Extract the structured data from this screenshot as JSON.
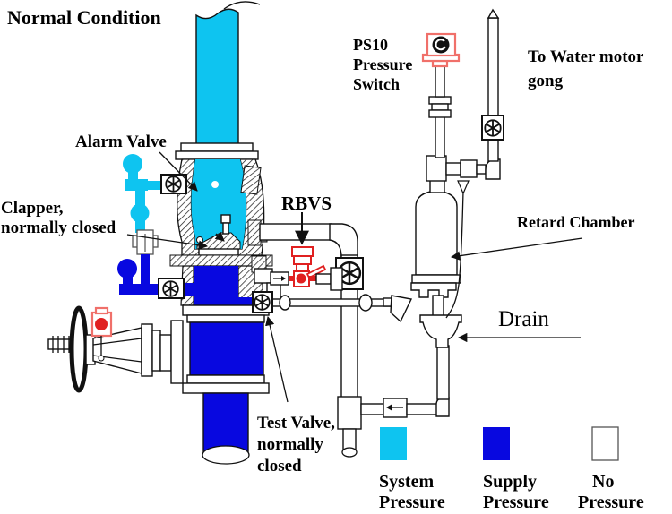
{
  "title": "Normal Condition",
  "colors": {
    "system_pressure": "#0EC4F0",
    "supply_pressure": "#0808E0",
    "device_red": "#E02020",
    "switch_outline_red": "#F0706A",
    "no_pressure": "#FFFFFF"
  },
  "labels": {
    "alarm_valve": "Alarm Valve",
    "clapper_1": "Clapper,",
    "clapper_2": "normally closed",
    "rbvs": "RBVS",
    "ps10_1": "PS10",
    "ps10_2": "Pressure",
    "ps10_3": "Switch",
    "gong_1": "To Water motor",
    "gong_2": "gong",
    "retard_chamber": "Retard Chamber",
    "drain": "Drain",
    "test_valve_1": "Test Valve,",
    "test_valve_2": "normally",
    "test_valve_3": "closed"
  },
  "legend": [
    {
      "line1": "System",
      "line2": "Pressure",
      "color": "#0EC4F0"
    },
    {
      "line1": "Supply",
      "line2": "Pressure",
      "color": "#0808E0"
    },
    {
      "line1": "No",
      "line2": "Pressure",
      "color": "#FFFFFF"
    }
  ]
}
